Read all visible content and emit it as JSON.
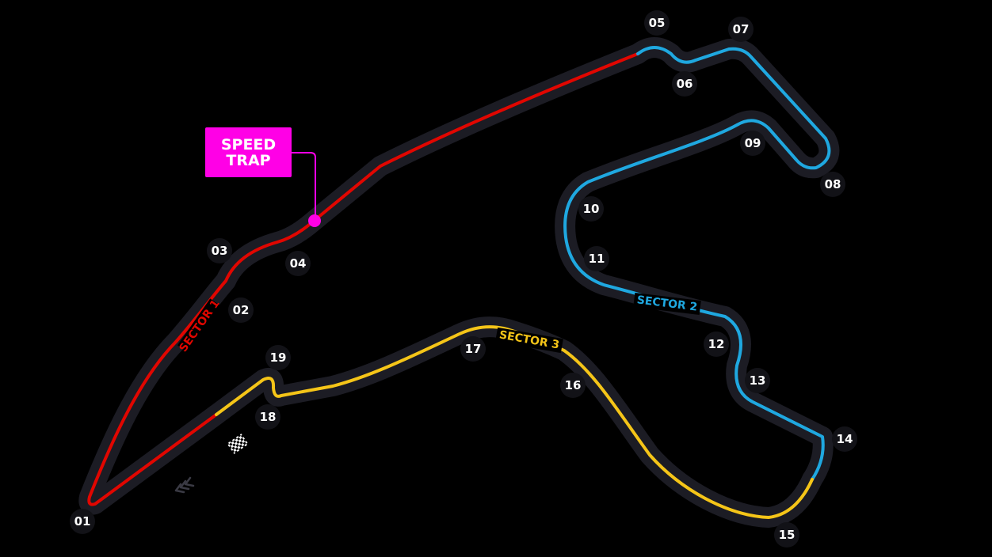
{
  "colors": {
    "sector1": "#e10600",
    "sector2": "#1fa8e0",
    "sector3": "#f5c518",
    "speed_trap": "#ff00e6",
    "track_outline": "#1c1c24"
  },
  "speed_trap": {
    "line1": "SPEED",
    "line2": "TRAP"
  },
  "sectors": [
    {
      "id": "s1",
      "label": "SECTOR 1"
    },
    {
      "id": "s2",
      "label": "SECTOR 2"
    },
    {
      "id": "s3",
      "label": "SECTOR 3"
    }
  ],
  "turns": [
    "01",
    "02",
    "03",
    "04",
    "05",
    "06",
    "07",
    "08",
    "09",
    "10",
    "11",
    "12",
    "13",
    "14",
    "15",
    "16",
    "17",
    "18",
    "19"
  ],
  "icons": [
    "checkered-flag-icon",
    "direction-chevrons-icon"
  ]
}
